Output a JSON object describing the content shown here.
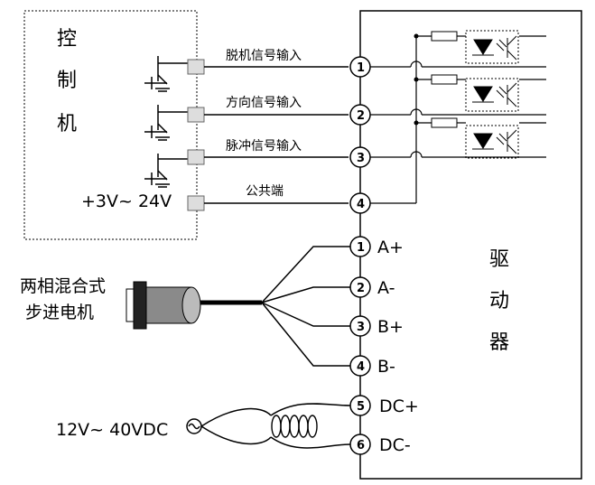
{
  "controller": {
    "title_chars": [
      "控",
      "制",
      "机"
    ],
    "voltage": "+3V~ 24V",
    "signals": [
      "脱机信号输入",
      "方向信号输入",
      "脉冲信号输入",
      "公共端"
    ]
  },
  "driver": {
    "title_chars": [
      "驱",
      "动",
      "器"
    ],
    "pins": [
      "1",
      "2",
      "3",
      "4",
      "1",
      "2",
      "3",
      "4",
      "5",
      "6"
    ],
    "motor_terminals": [
      "A+",
      "A-",
      "B+",
      "B-"
    ],
    "power_terminals": [
      "DC+",
      "DC-"
    ]
  },
  "motor": {
    "label_line1": "两相混合式",
    "label_line2": "步进电机"
  },
  "power": {
    "label": "12V~ 40VDC"
  }
}
